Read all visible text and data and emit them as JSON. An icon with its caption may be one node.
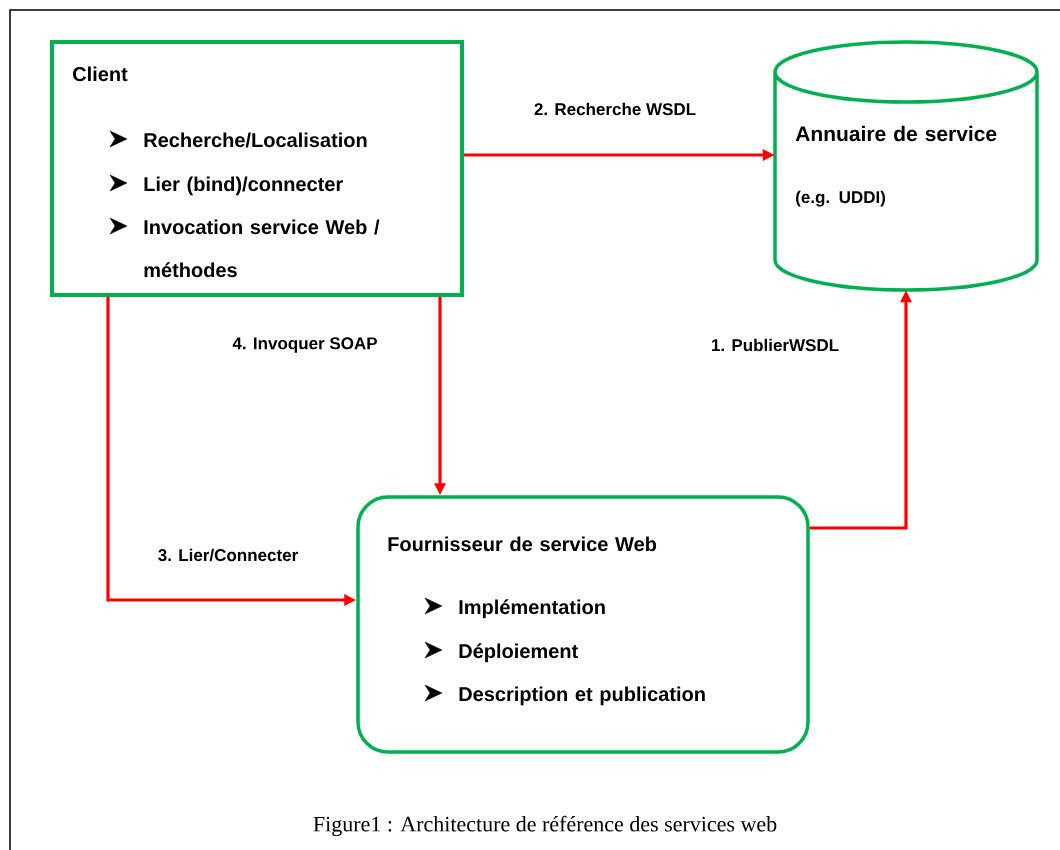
{
  "diagram": {
    "caption": "Figure1 : Architecture de référence des services web",
    "nodes": [
      {
        "text": [
          "Client",
          "Recherche/Localisation",
          "Lier (bind)/connecter",
          "Invocation service Web / méthodes"
        ]
      },
      {
        "text": [
          "Annuaire de service",
          "(e.g. UDDI)"
        ]
      },
      {
        "text": [
          "Fournisseur de service Web",
          "Implémentation",
          "Déploiement",
          "Description et publication"
        ]
      }
    ],
    "edges": [
      {
        "from": 2,
        "to": 1,
        "arrow": "to",
        "label": "1. PublierWSDL"
      },
      {
        "from": 0,
        "to": 1,
        "arrow": "to",
        "label": "2. Recherche WSDL"
      },
      {
        "from": 0,
        "to": 2,
        "arrow": "to",
        "label": "3. Lier/Connecter"
      },
      {
        "from": 0,
        "to": 2,
        "arrow": "to",
        "label": "4. Invoquer SOAP"
      }
    ]
  }
}
